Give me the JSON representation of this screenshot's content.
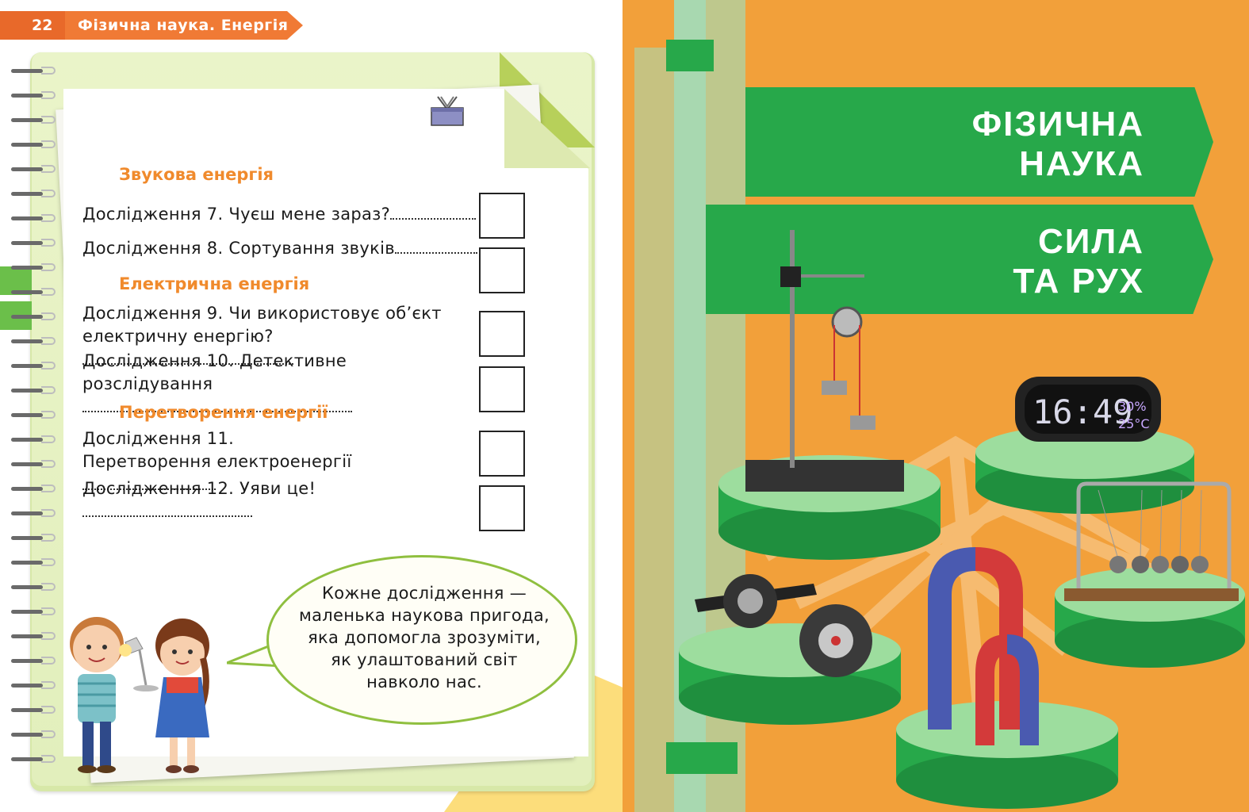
{
  "header": {
    "page_number": "22",
    "title": "Фізична наука. Енергія"
  },
  "sections": [
    {
      "title": "Звукова енергія",
      "items": [
        {
          "text": "Дослідження 7. Чуєш мене зараз?"
        },
        {
          "text": "Дослідження 8. Сортування звуків"
        }
      ]
    },
    {
      "title": "Електрична енергія",
      "items": [
        {
          "line1": "Дослідження 9. Чи використовує об’єкт",
          "text": "електричну енергію?"
        },
        {
          "line1": "Дослідження 10. Детективне",
          "text": "розслідування"
        }
      ]
    },
    {
      "title": "Перетворення енергії",
      "items": [
        {
          "line1": "Дослідження 11.",
          "text": "Перетворення електроенергії"
        },
        {
          "text": "Дослідження 12. Уяви це!"
        }
      ]
    }
  ],
  "speech_bubble": [
    "Кожне дослідження —",
    "маленька наукова пригода,",
    "яка допомогла зрозуміти,",
    "як улаштований світ",
    "навколо нас."
  ],
  "right_page": {
    "title_line1": "ФІЗИЧНА",
    "title_line2": "НАУКА",
    "subtitle_line1": "СИЛА",
    "subtitle_line2": "ТА РУХ",
    "clock": {
      "time": "16:49",
      "humidity": "30%",
      "temperature": "25°C"
    }
  },
  "colors": {
    "accent_orange": "#f07a35",
    "section_orange": "#f08a2c",
    "banner_green": "#27a84a",
    "page_orange": "#f2a03a"
  }
}
